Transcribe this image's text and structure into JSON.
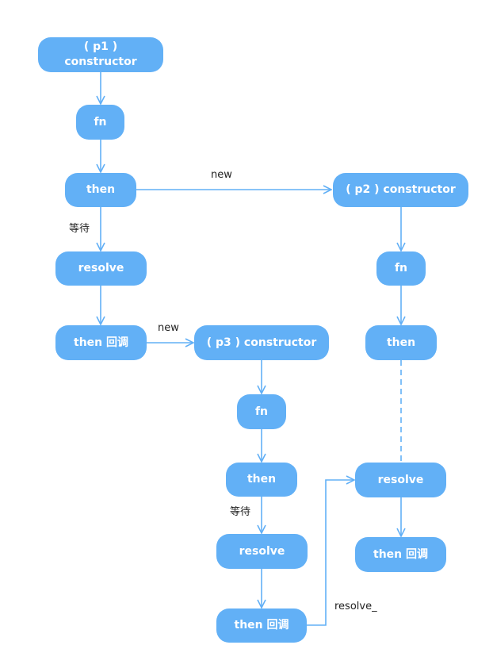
{
  "colors": {
    "node_fill": "#62b0f6",
    "node_text": "#ffffff",
    "edge": "#62b0f6",
    "label_text": "#222222",
    "background": "#ffffff"
  },
  "nodes": {
    "p1_constructor": "( p1 )\nconstructor",
    "p1_fn": "fn",
    "p1_then": "then",
    "p1_resolve": "resolve",
    "p1_then_callback": "then 回调",
    "p2_constructor": "( p2 ) constructor",
    "p2_fn": "fn",
    "p2_then": "then",
    "p2_resolve": "resolve",
    "p2_then_callback": "then 回调",
    "p3_constructor": "( p3 ) constructor",
    "p3_fn": "fn",
    "p3_then": "then",
    "p3_resolve": "resolve",
    "p3_then_callback": "then 回调"
  },
  "edge_labels": {
    "p1_new": "new",
    "p1_wait": "等待",
    "callback_new": "new",
    "p3_wait": "等待",
    "p3_resolve_link": "resolve_"
  }
}
